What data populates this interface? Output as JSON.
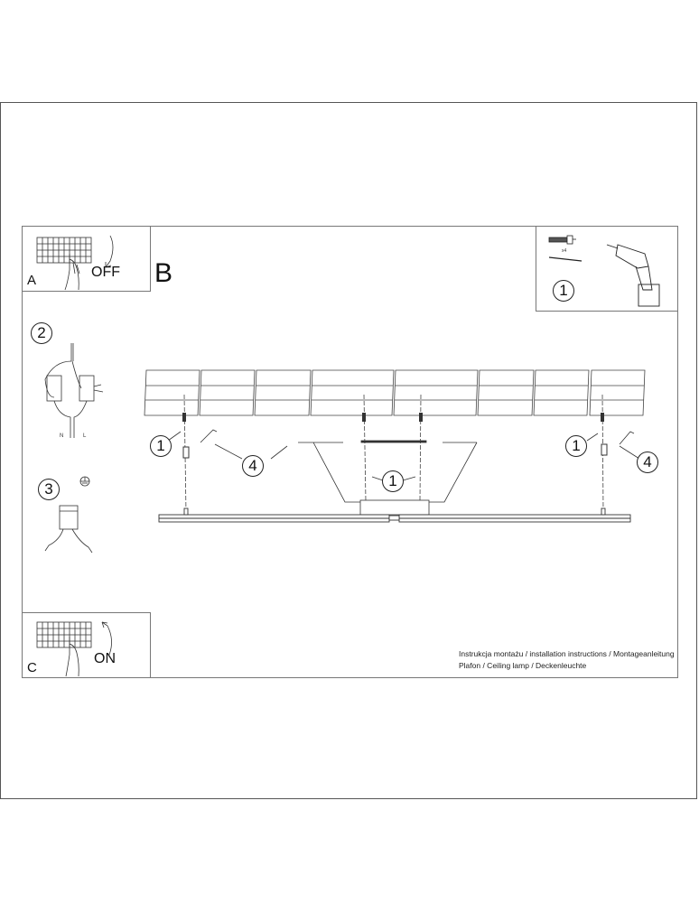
{
  "document": {
    "title": "Instrukcja montażu / installation instructions / Montageanleitung",
    "subtitle": "Plafon / Ceiling lamp / Deckenleuchte"
  },
  "panels": {
    "a": {
      "letter": "A",
      "action": "OFF",
      "icon": "circuit-breaker-icon"
    },
    "b": {
      "letter": "B"
    },
    "c": {
      "letter": "C",
      "action": "ON",
      "icon": "circuit-breaker-icon"
    }
  },
  "tools": {
    "step": "1",
    "quantity": "x4",
    "items": [
      "wall-plug-icon",
      "screw-icon",
      "drill-icon"
    ]
  },
  "steps": {
    "wiring": {
      "number": "2",
      "labels": {
        "neutral": "N",
        "live": "L"
      }
    },
    "ground": {
      "number": "3",
      "symbol": "ground-icon"
    }
  },
  "callouts": {
    "left_1": "1",
    "left_4": "4",
    "center_1": "1",
    "right_1": "1",
    "right_4": "4"
  }
}
